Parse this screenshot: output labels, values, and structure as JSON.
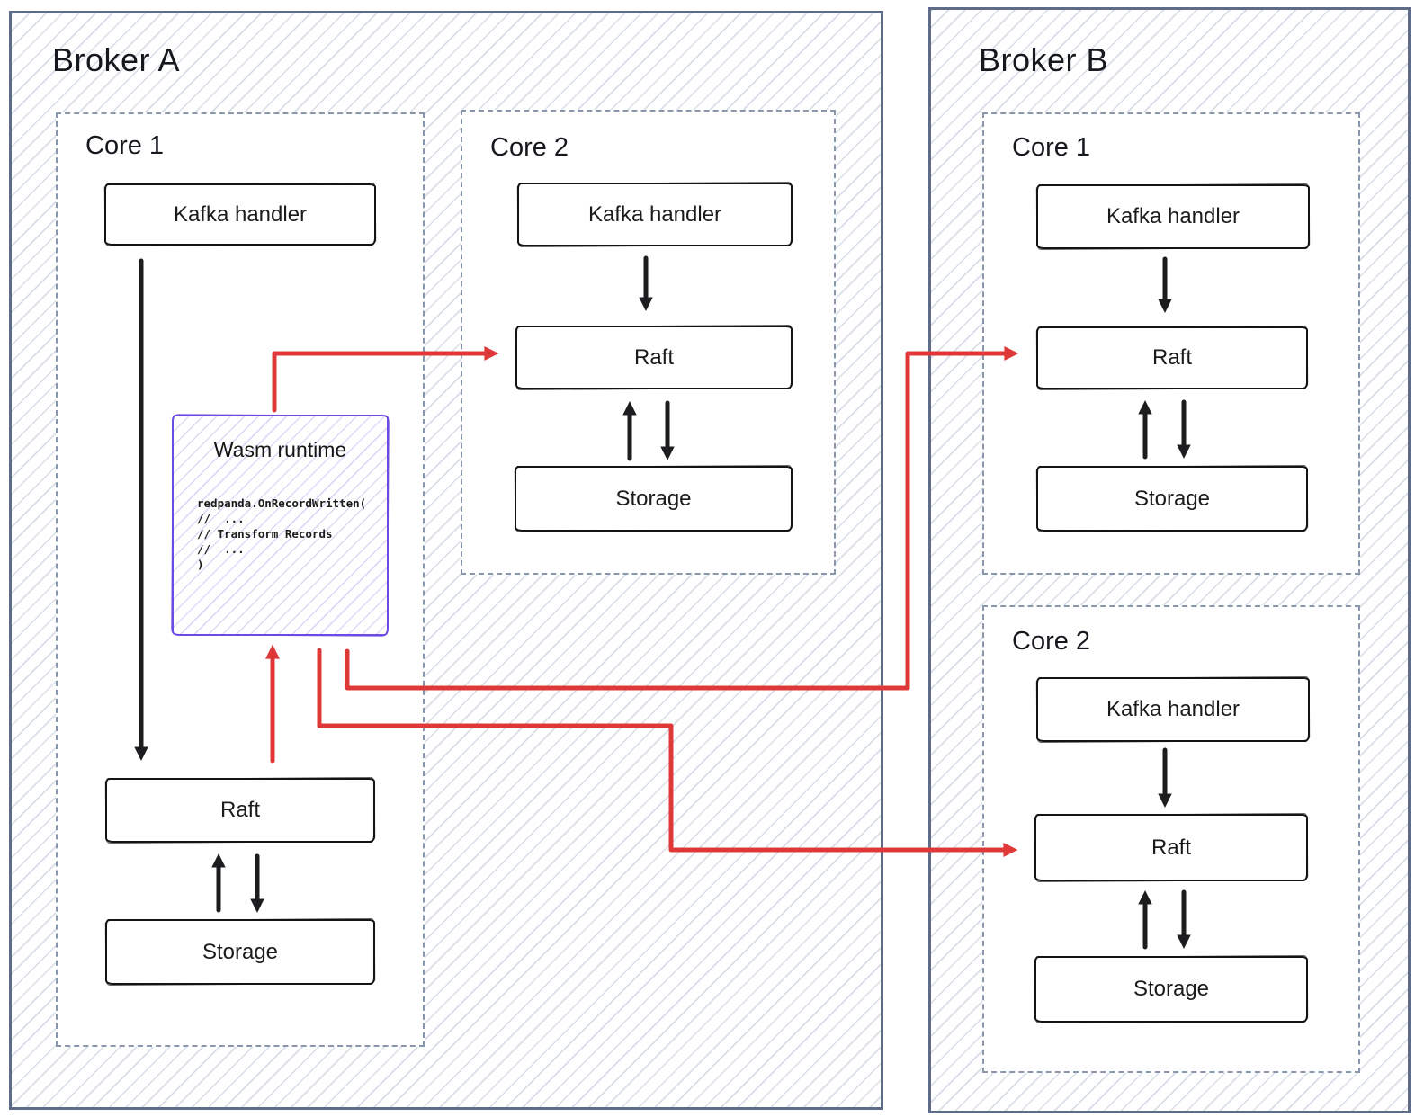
{
  "brokers": [
    {
      "title": "Broker A",
      "cores": [
        {
          "title": "Core 1",
          "kafka": "Kafka handler",
          "raft": "Raft",
          "storage": "Storage",
          "wasm": {
            "title": "Wasm runtime",
            "code_lines": [
              "redpanda.OnRecordWritten(",
              "//  ...",
              "// Transform Records",
              "//  ...",
              ")"
            ]
          }
        },
        {
          "title": "Core 2",
          "kafka": "Kafka handler",
          "raft": "Raft",
          "storage": "Storage"
        }
      ]
    },
    {
      "title": "Broker B",
      "cores": [
        {
          "title": "Core 1",
          "kafka": "Kafka handler",
          "raft": "Raft",
          "storage": "Storage"
        },
        {
          "title": "Core 2",
          "kafka": "Kafka handler",
          "raft": "Raft",
          "storage": "Storage"
        }
      ]
    }
  ],
  "colors": {
    "arrow_red": "#df3838",
    "wasm_purple": "#6c4be4",
    "wasm_hatch": "#ded9f5",
    "broker_border": "#5e6c87",
    "core_dash": "#8997ac",
    "hatch": "#d8dde7",
    "black_arrow": "#1d1d1f",
    "text": "#191919"
  }
}
